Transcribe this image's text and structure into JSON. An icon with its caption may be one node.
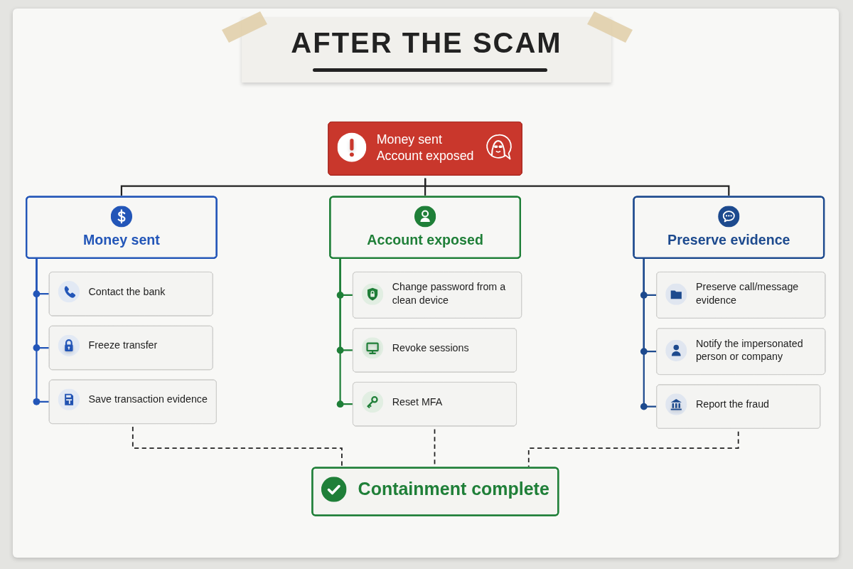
{
  "diagram": {
    "title": "AFTER THE SCAM",
    "nodes": [
      {
        "text": [
          "Money sent",
          "Account exposed"
        ]
      },
      {
        "text": [
          "Money sent"
        ]
      },
      {
        "text": [
          "Contact the bank"
        ]
      },
      {
        "text": [
          "Freeze transfer"
        ]
      },
      {
        "text": [
          "Save transaction evidence"
        ]
      },
      {
        "text": [
          "Account exposed"
        ]
      },
      {
        "text": [
          "Change password from a clean device"
        ]
      },
      {
        "text": [
          "Revoke sessions"
        ]
      },
      {
        "text": [
          "Reset MFA"
        ]
      },
      {
        "text": [
          "Preserve evidence"
        ]
      },
      {
        "text": [
          "Preserve call/message evidence"
        ]
      },
      {
        "text": [
          "Notify the impersonated person or company"
        ]
      },
      {
        "text": [
          "Report the fraud"
        ]
      },
      {
        "text": [
          "Containment complete"
        ]
      }
    ],
    "edges": [
      {
        "from": 0,
        "to": 1,
        "arrow": "none"
      },
      {
        "from": 0,
        "to": 5,
        "arrow": "none"
      },
      {
        "from": 0,
        "to": 9,
        "arrow": "none"
      },
      {
        "from": 1,
        "to": 2,
        "arrow": "other",
        "color": "#2356b8"
      },
      {
        "from": 1,
        "to": 3,
        "arrow": "other",
        "color": "#2356b8"
      },
      {
        "from": 1,
        "to": 4,
        "arrow": "other",
        "color": "#2356b8"
      },
      {
        "from": 5,
        "to": 6,
        "arrow": "other",
        "color": "#1f7f38"
      },
      {
        "from": 5,
        "to": 7,
        "arrow": "other",
        "color": "#1f7f38"
      },
      {
        "from": 5,
        "to": 8,
        "arrow": "other",
        "color": "#1f7f38"
      },
      {
        "from": 9,
        "to": 10,
        "arrow": "other",
        "color": "#1d4a8e"
      },
      {
        "from": 9,
        "to": 11,
        "arrow": "other",
        "color": "#1d4a8e"
      },
      {
        "from": 9,
        "to": 12,
        "arrow": "other",
        "color": "#1d4a8e"
      },
      {
        "from": 4,
        "to": 13,
        "arrow": "none",
        "style": "dashed"
      },
      {
        "from": 8,
        "to": 13,
        "arrow": "none",
        "style": "dashed"
      },
      {
        "from": 12,
        "to": 13,
        "arrow": "none",
        "style": "dashed"
      }
    ]
  }
}
